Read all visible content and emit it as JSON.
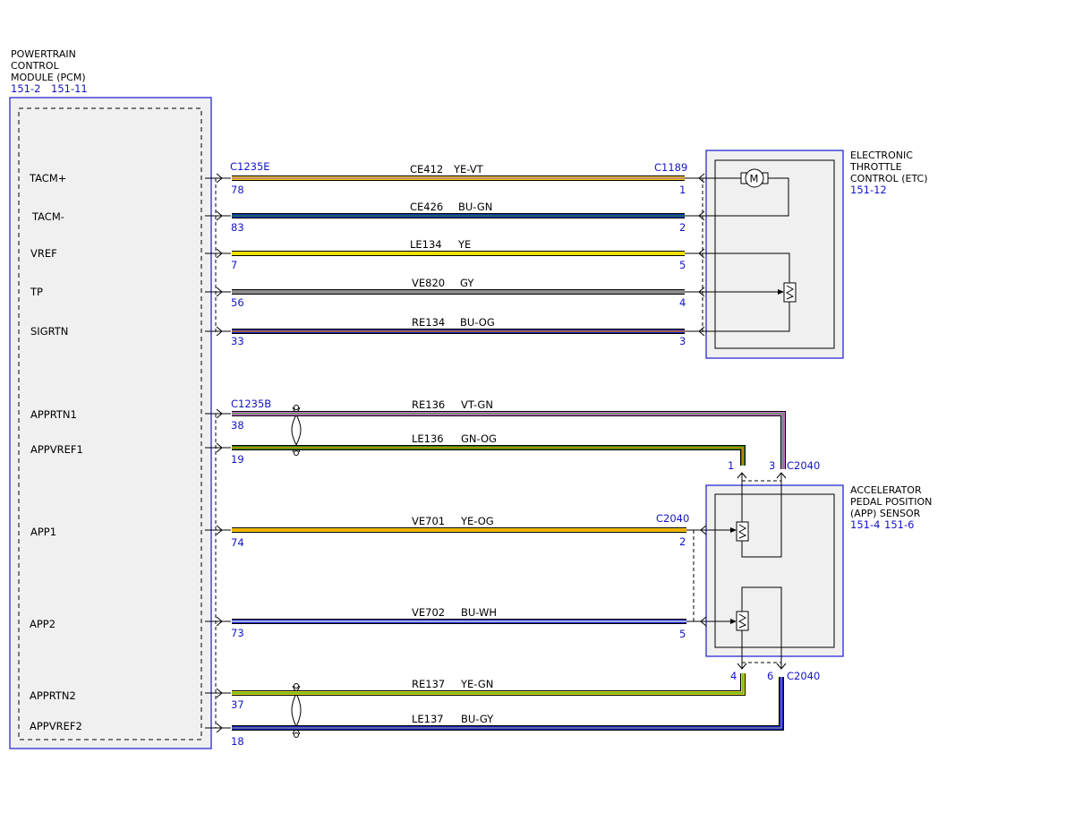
{
  "pcm": {
    "title": [
      "POWERTRAIN",
      "CONTROL",
      "MODULE (PCM)"
    ],
    "ref1": "151-2",
    "ref2": "151-11"
  },
  "etc": {
    "title": [
      "ELECTRONIC",
      "THROTTLE",
      "CONTROL (ETC)"
    ],
    "ref": "151-12",
    "motor_symbol": "M"
  },
  "app": {
    "title": [
      "ACCELERATOR",
      "PEDAL POSITION",
      "(APP) SENSOR"
    ],
    "ref1": "151-4",
    "ref2": "151-6"
  },
  "connectors": {
    "pcm_upper": "C1235E",
    "pcm_lower": "C1235B",
    "etc": "C1189",
    "app_side": "C2040",
    "app_top": "C2040",
    "app_bottom": "C2040"
  },
  "pins_pcm": {
    "tacm_plus": "TACM+",
    "tacm_minus": "TACM-",
    "vref": "VREF",
    "tp": "TP",
    "sigrtn": "SIGRTN",
    "apprtn1": "APPRTN1",
    "appvref1": "APPVREF1",
    "app1": "APP1",
    "app2": "APP2",
    "apprtn2": "APPRTN2",
    "appvref2": "APPVREF2"
  },
  "wires": [
    {
      "circuit": "CE412",
      "color_code": "YE-VT",
      "pcm_pin": "78",
      "end_pin": "1",
      "colors": [
        "#f0d000",
        "#b060d0"
      ]
    },
    {
      "circuit": "CE426",
      "color_code": "BU-GN",
      "pcm_pin": "83",
      "end_pin": "2",
      "colors": [
        "#1030c0",
        "#208020"
      ]
    },
    {
      "circuit": "LE134",
      "color_code": "YE",
      "pcm_pin": "7",
      "end_pin": "5",
      "colors": [
        "#f0e000"
      ]
    },
    {
      "circuit": "VE820",
      "color_code": "GY",
      "pcm_pin": "56",
      "end_pin": "4",
      "colors": [
        "#8c8c8c"
      ]
    },
    {
      "circuit": "RE134",
      "color_code": "BU-OG",
      "pcm_pin": "33",
      "end_pin": "3",
      "colors": [
        "#1020c0",
        "#ff8c00"
      ]
    },
    {
      "circuit": "RE136",
      "color_code": "VT-GN",
      "pcm_pin": "38",
      "end_pin": "3",
      "colors": [
        "#d070d0",
        "#40a040"
      ]
    },
    {
      "circuit": "LE136",
      "color_code": "GN-OG",
      "pcm_pin": "19",
      "end_pin": "1",
      "colors": [
        "#2a8a10",
        "#ff8c00"
      ]
    },
    {
      "circuit": "VE701",
      "color_code": "YE-OG",
      "pcm_pin": "74",
      "end_pin": "2",
      "colors": [
        "#f0d000",
        "#ff8c00"
      ]
    },
    {
      "circuit": "VE702",
      "color_code": "BU-WH",
      "pcm_pin": "73",
      "end_pin": "5",
      "colors": [
        "#1020c0",
        "#ffffff"
      ]
    },
    {
      "circuit": "RE137",
      "color_code": "YE-GN",
      "pcm_pin": "37",
      "end_pin": "4",
      "colors": [
        "#e0e000",
        "#40a040"
      ]
    },
    {
      "circuit": "LE137",
      "color_code": "BU-GY",
      "pcm_pin": "18",
      "end_pin": "6",
      "colors": [
        "#1020c0",
        "#8c8c8c"
      ]
    }
  ]
}
